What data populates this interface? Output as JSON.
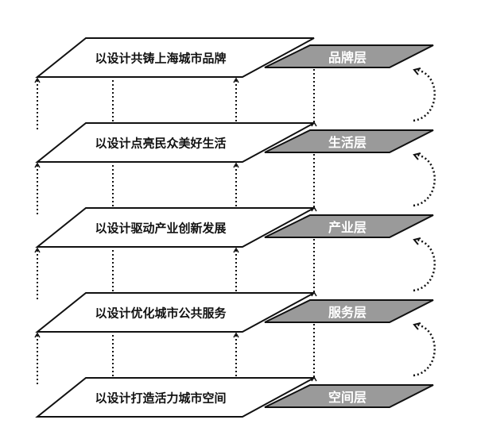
{
  "layers": [
    {
      "title": "以设计共铸上海城市品牌",
      "tag": "品牌层"
    },
    {
      "title": "以设计点亮民众美好生活",
      "tag": "生活层"
    },
    {
      "title": "以设计驱动产业创新发展",
      "tag": "产业层"
    },
    {
      "title": "以设计优化城市公共服务",
      "tag": "服务层"
    },
    {
      "title": "以设计打造活力城市空间",
      "tag": "空间层"
    }
  ],
  "colors": {
    "tag_fill": "#9a9a9a",
    "stroke": "#111111"
  }
}
